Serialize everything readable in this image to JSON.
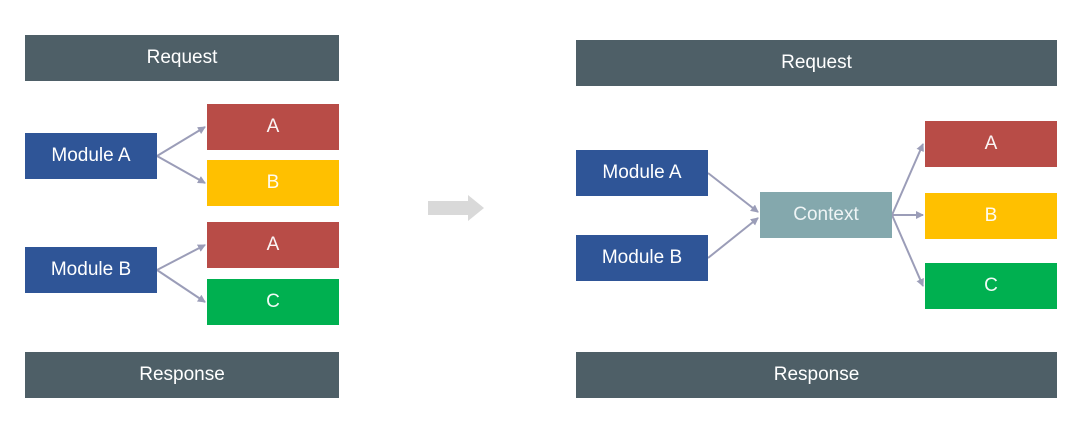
{
  "left": {
    "request": "Request",
    "response": "Response",
    "module_a": {
      "label": "Module A",
      "targets": [
        "A",
        "B"
      ]
    },
    "module_b": {
      "label": "Module B",
      "targets": [
        "A",
        "C"
      ]
    }
  },
  "right": {
    "request": "Request",
    "response": "Response",
    "modules": [
      "Module A",
      "Module B"
    ],
    "context": "Context",
    "outputs": [
      "A",
      "B",
      "C"
    ]
  },
  "colors": {
    "bar": "#4e5f67",
    "module": "#2f5597",
    "red": "#b84c47",
    "yellow": "#ffc000",
    "green": "#00b050",
    "context": "#84a8ad",
    "connector": "#9b9db8",
    "transition_arrow": "#d9d9d9"
  }
}
